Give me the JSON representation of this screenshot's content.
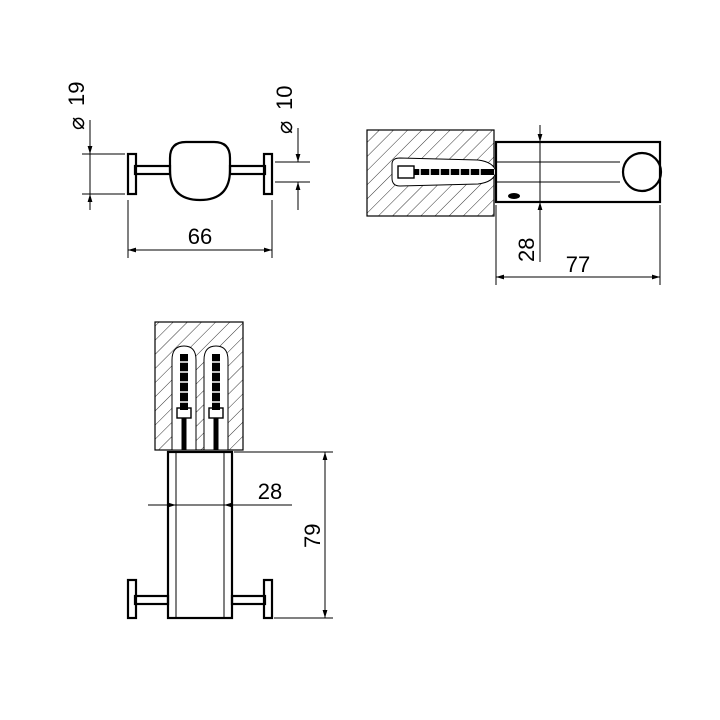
{
  "drawing": {
    "dimensions": {
      "front_diameter_large": "19",
      "front_diameter_small": "10",
      "front_width": "66",
      "side_depth": "28",
      "side_length": "77",
      "bottom_width": "28",
      "bottom_height": "79"
    },
    "diameter_symbol": "⌀"
  }
}
